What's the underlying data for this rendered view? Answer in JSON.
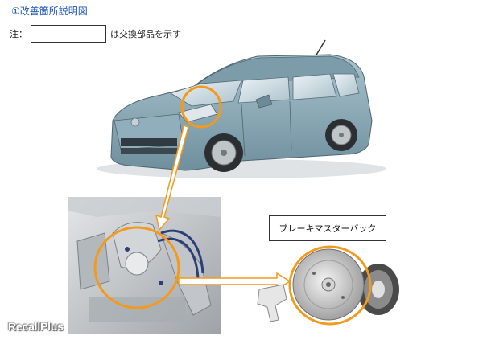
{
  "title": "①改善箇所説明図",
  "note": {
    "prefix": "注：",
    "suffix": "は交換部品を示す"
  },
  "callout_label": "ブレーキマスターバック",
  "watermark": "RecallPlus",
  "colors": {
    "title": "#1f57b8",
    "highlight_circle": "#f29a1e",
    "car_body": "#8eadba",
    "arrow_fill": "#ffffff"
  }
}
